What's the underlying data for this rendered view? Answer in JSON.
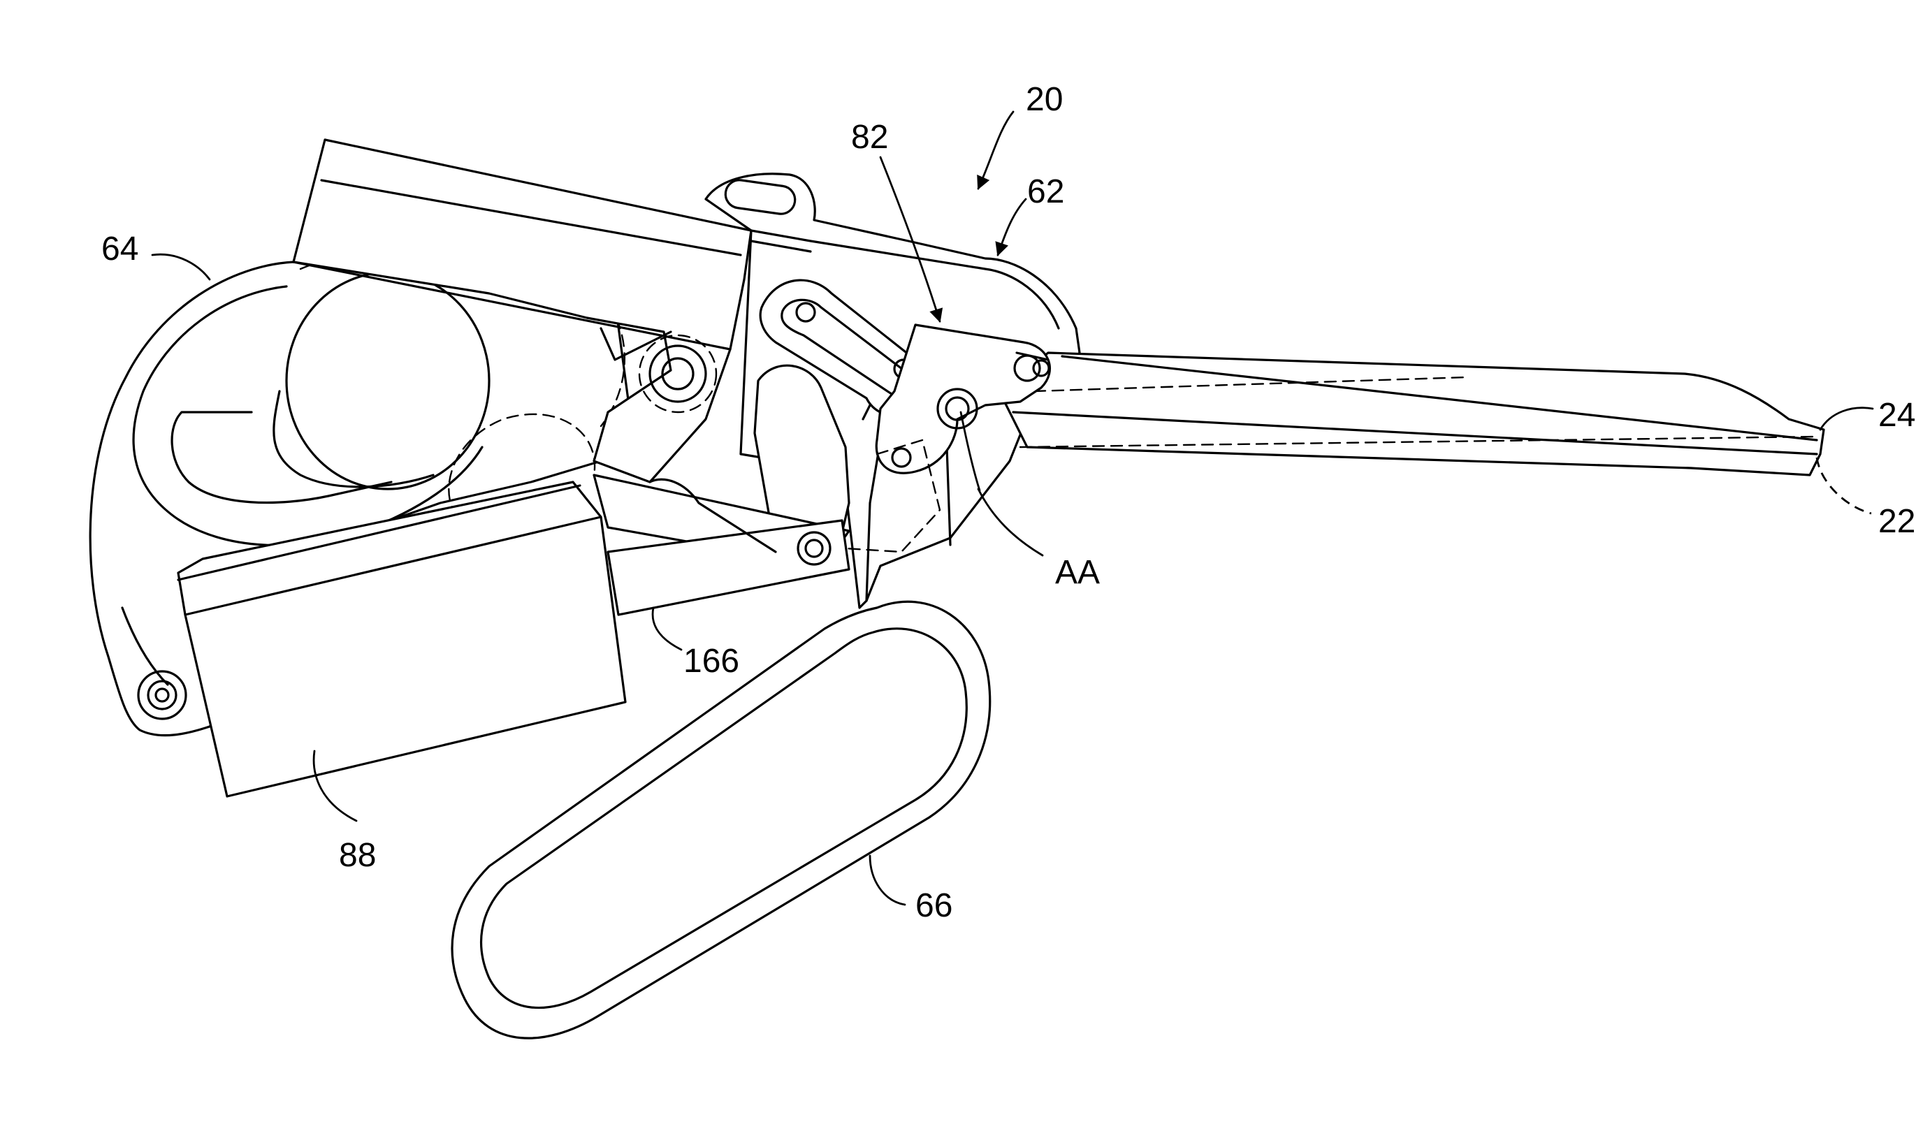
{
  "figure": {
    "labels": {
      "assembly": "20",
      "housing": "62",
      "arm": "82",
      "drum": "64",
      "link": "166",
      "motor": "88",
      "handle": "66",
      "axis": "AA",
      "upper_blade": "24",
      "lower_blade": "22"
    }
  }
}
